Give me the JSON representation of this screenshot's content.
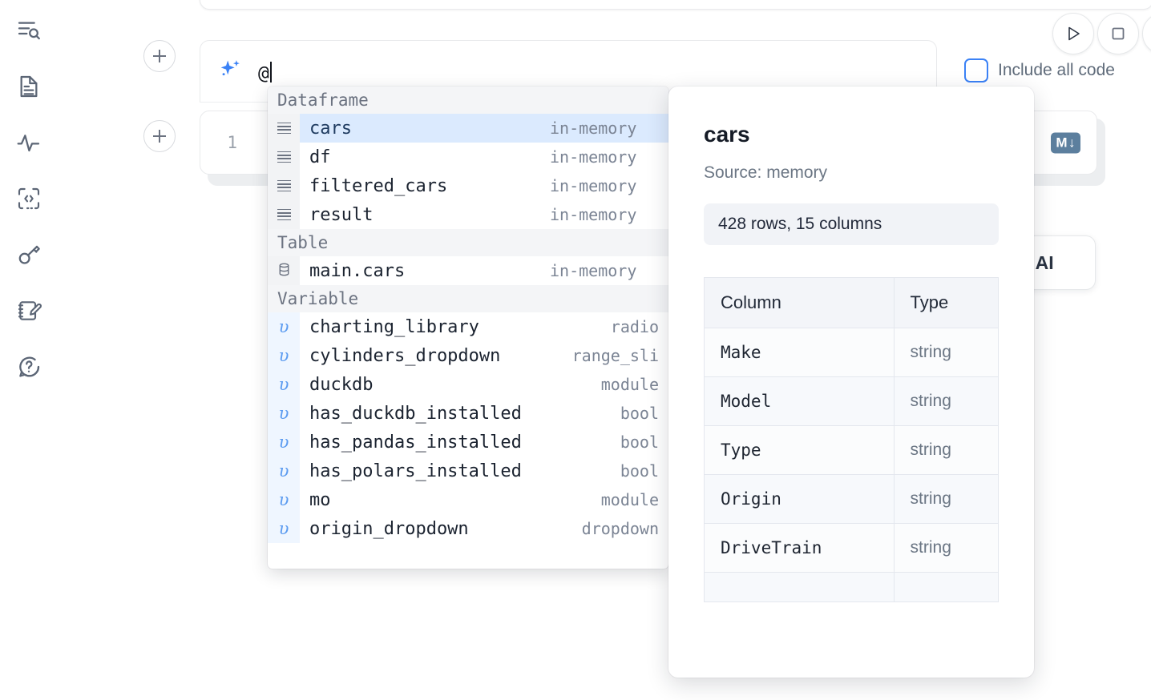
{
  "rail": {
    "items": [
      {
        "icon": "search-list-icon",
        "name": "explore"
      },
      {
        "icon": "file-text-icon",
        "name": "notebook-files"
      },
      {
        "icon": "activity-pulse-icon",
        "name": "activity"
      },
      {
        "icon": "code-brackets-icon",
        "name": "snippets"
      },
      {
        "icon": "key-icon",
        "name": "secrets"
      },
      {
        "icon": "notebook-pencil-icon",
        "name": "scratchpad"
      },
      {
        "icon": "chat-question-icon",
        "name": "help"
      }
    ]
  },
  "toolbar": {
    "run_icon": "play-icon",
    "stop_icon": "stop-square-icon",
    "third_icon": "circle-button-icon",
    "include_all_code_label": "Include all code",
    "include_all_code_checked": false,
    "accent_blue": "#3b82f6"
  },
  "ai_prompt": {
    "icon": "sparkle-icon",
    "value": "@",
    "placeholder": "@"
  },
  "cell": {
    "line_number": "1",
    "database_icon": "database-icon",
    "markdown_badge": "M",
    "markdown_arrow": "↓"
  },
  "ai_card": {
    "label": "h AI"
  },
  "autocomplete": {
    "groups": [
      {
        "label": "Dataframe",
        "items": [
          {
            "icon": "dataframe-icon",
            "name": "cars",
            "meta": "in-memory",
            "selected": true
          },
          {
            "icon": "dataframe-icon",
            "name": "df",
            "meta": "in-memory",
            "selected": false
          },
          {
            "icon": "dataframe-icon",
            "name": "filtered_cars",
            "meta": "in-memory",
            "selected": false
          },
          {
            "icon": "dataframe-icon",
            "name": "result",
            "meta": "in-memory",
            "selected": false
          }
        ]
      },
      {
        "label": "Table",
        "items": [
          {
            "icon": "database-icon",
            "name": "main.cars",
            "meta": "in-memory",
            "selected": false
          }
        ]
      },
      {
        "label": "Variable",
        "items": [
          {
            "icon": "variable-icon",
            "name": "charting_library",
            "meta": "radio",
            "selected": false
          },
          {
            "icon": "variable-icon",
            "name": "cylinders_dropdown",
            "meta": "range_sli",
            "selected": false
          },
          {
            "icon": "variable-icon",
            "name": "duckdb",
            "meta": "module",
            "selected": false
          },
          {
            "icon": "variable-icon",
            "name": "has_duckdb_installed",
            "meta": "bool",
            "selected": false
          },
          {
            "icon": "variable-icon",
            "name": "has_pandas_installed",
            "meta": "bool",
            "selected": false
          },
          {
            "icon": "variable-icon",
            "name": "has_polars_installed",
            "meta": "bool",
            "selected": false
          },
          {
            "icon": "variable-icon",
            "name": "mo",
            "meta": "module",
            "selected": false
          },
          {
            "icon": "variable-icon",
            "name": "origin_dropdown",
            "meta": "dropdown",
            "selected": false
          }
        ]
      }
    ]
  },
  "detail": {
    "title": "cars",
    "source": "Source: memory",
    "shape": "428 rows, 15 columns",
    "columns_header": "Column",
    "type_header": "Type",
    "rows": [
      {
        "column": "Make",
        "type": "string"
      },
      {
        "column": "Model",
        "type": "string"
      },
      {
        "column": "Type",
        "type": "string"
      },
      {
        "column": "Origin",
        "type": "string"
      },
      {
        "column": "DriveTrain",
        "type": "string"
      }
    ]
  }
}
